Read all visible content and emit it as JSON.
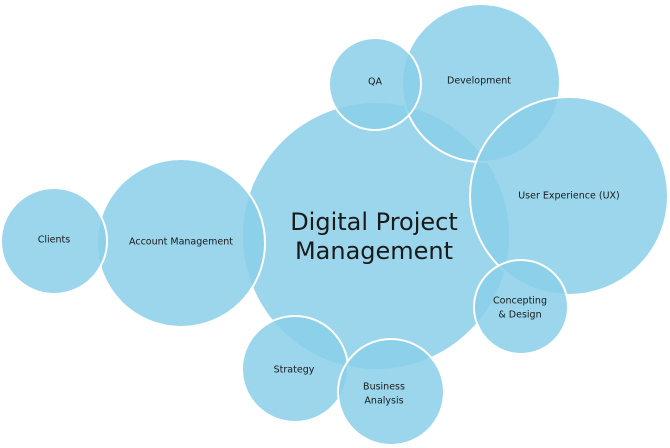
{
  "diagram": {
    "center": {
      "line1": "Digital Project",
      "line2": "Management"
    },
    "nodes": {
      "qa": "QA",
      "development": "Development",
      "ux": "User Experience (UX)",
      "clients": "Clients",
      "account_management": "Account  Management",
      "concepting_line1": "Concepting",
      "concepting_line2": "& Design",
      "strategy": "Strategy",
      "business_analysis_line1": "Business",
      "business_analysis_line2": "Analysis"
    },
    "colors": {
      "bubble_fill": "#89cfe9",
      "bubble_stroke": "#ffffff",
      "text": "#1a1a1a"
    }
  }
}
